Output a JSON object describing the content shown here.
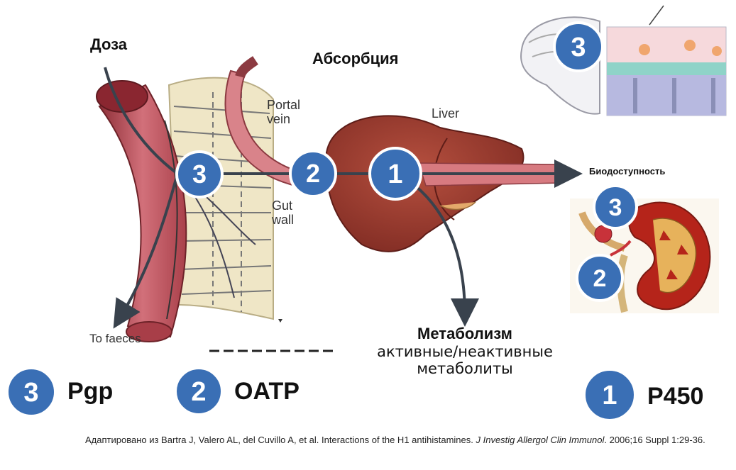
{
  "labels": {
    "dose": "Доза",
    "absorption": "Абсорбция",
    "portal_vein": [
      "Portal",
      "vein"
    ],
    "liver": "Liver",
    "gut_wall": [
      "Gut",
      "wall"
    ],
    "to_faeces": "To faeces",
    "bioavailability": "Биодоступность",
    "metabolism": "Метаболизм",
    "metabolism_sub": [
      "активные/неактивные",
      "метаболиты"
    ]
  },
  "markers": {
    "gut": "3",
    "portal": "2",
    "liver": "1",
    "brain": "3",
    "kidney_top": "3",
    "kidney_bottom": "2"
  },
  "legend": [
    {
      "number": "3",
      "label": "Pgp"
    },
    {
      "number": "2",
      "label": "OATP"
    },
    {
      "number": "1",
      "label": "P450"
    }
  ],
  "citation": {
    "part1": "Адаптировано из Bartra J, Valero AL, del Cuvillo A, et al. Interactions of the H1  antihistamines. ",
    "journal": "J Investig Allergol Clin Immunol",
    "part2": ". 2006;16  Suppl 1:29-36."
  },
  "colors": {
    "marker_fill": "#3a6fb5",
    "marker_stroke": "#ffffff",
    "intestine": "#c7575f",
    "liver": "#9b3a2e",
    "arrow": "#39424d"
  }
}
